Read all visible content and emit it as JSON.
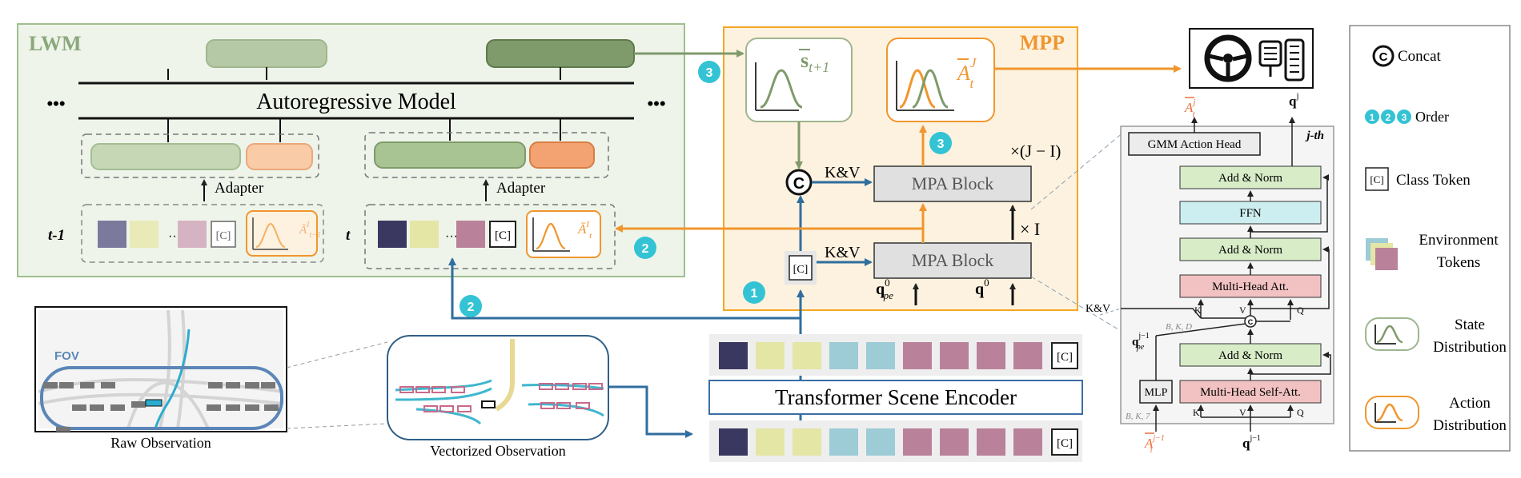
{
  "lwm": {
    "title": "LWM",
    "model_label": "Autoregressive Model",
    "ellipsis": "•••",
    "adapter_label": "Adapter",
    "step_prev": "t-1",
    "step_curr": "t",
    "class_token": "[C]",
    "dots": "···"
  },
  "mpp": {
    "title": "MPP",
    "kv_label": "K&V",
    "block_label": "MPA Block",
    "repeat_outer": "×(J − I)",
    "repeat_inner": "× I",
    "class_token": "[C]",
    "q_pe_label": "q",
    "q_pe_sup": "0",
    "q_pe_sub": "pe",
    "q0_label": "q",
    "q0_sup": "0",
    "state_symbol": "s",
    "state_sub": "t+1",
    "action_symbol": "A",
    "action_sup": "J",
    "action_sub": "t"
  },
  "order": {
    "one": "1",
    "two": "2",
    "three": "3"
  },
  "encoder": {
    "label": "Transformer Scene Encoder",
    "class_token": "[C]"
  },
  "observations": {
    "raw_caption": "Raw Observation",
    "vectorized_caption": "Vectorized Observation",
    "fov_label": "FOV"
  },
  "decoder_layer": {
    "tag": "j-th",
    "gmm_head": "GMM Action Head",
    "add_norm": "Add & Norm",
    "ffn": "FFN",
    "mha": "Multi-Head Att.",
    "mhsa": "Multi-Head Self-Att.",
    "mlp": "MLP",
    "kv_in": "K&V",
    "k": "K",
    "v": "V",
    "q": "Q",
    "dim_bkd": "B, K, D",
    "dim_bk7": "B, K, 7",
    "out_A": "A",
    "out_A_sup": "j",
    "out_A_sub": "t",
    "out_q": "q",
    "out_q_sup": "j",
    "in_A": "A",
    "in_A_sup": "j−1",
    "in_A_sub": "t",
    "in_q": "q",
    "in_q_sup": "j−1",
    "qpe": "q",
    "qpe_sup": "j−1",
    "qpe_sub": "pe"
  },
  "legend": {
    "concat_icon": "C",
    "concat": "Concat",
    "order": "Order",
    "class_token_icon": "[C]",
    "class_token": "Class Token",
    "env_tokens": [
      "Environment",
      "Tokens"
    ],
    "state_dist": [
      "State",
      "Distribution"
    ],
    "action_dist": [
      "Action",
      "Distribution"
    ]
  },
  "colors": {
    "lwm_bg": "#eef4ea",
    "lwm_border": "#9fbf8f",
    "mpp_bg": "#fdf2df",
    "mpp_border": "#f5a623",
    "orange": "#f0962e",
    "blue": "#2f6e9e",
    "teal": "#33c3d4",
    "token_navy": "#3a3860",
    "token_yellow": "#e4e6a6",
    "token_lightblue": "#9dcbd6",
    "token_mauve": "#b9829a",
    "green_dark": "#7f9a6b",
    "green_light": "#b6c9a6",
    "add_norm": "#d8ecc8",
    "ffn": "#cdeef0",
    "mha": "#f2c2c2",
    "gray_block": "#e0e0e0"
  }
}
